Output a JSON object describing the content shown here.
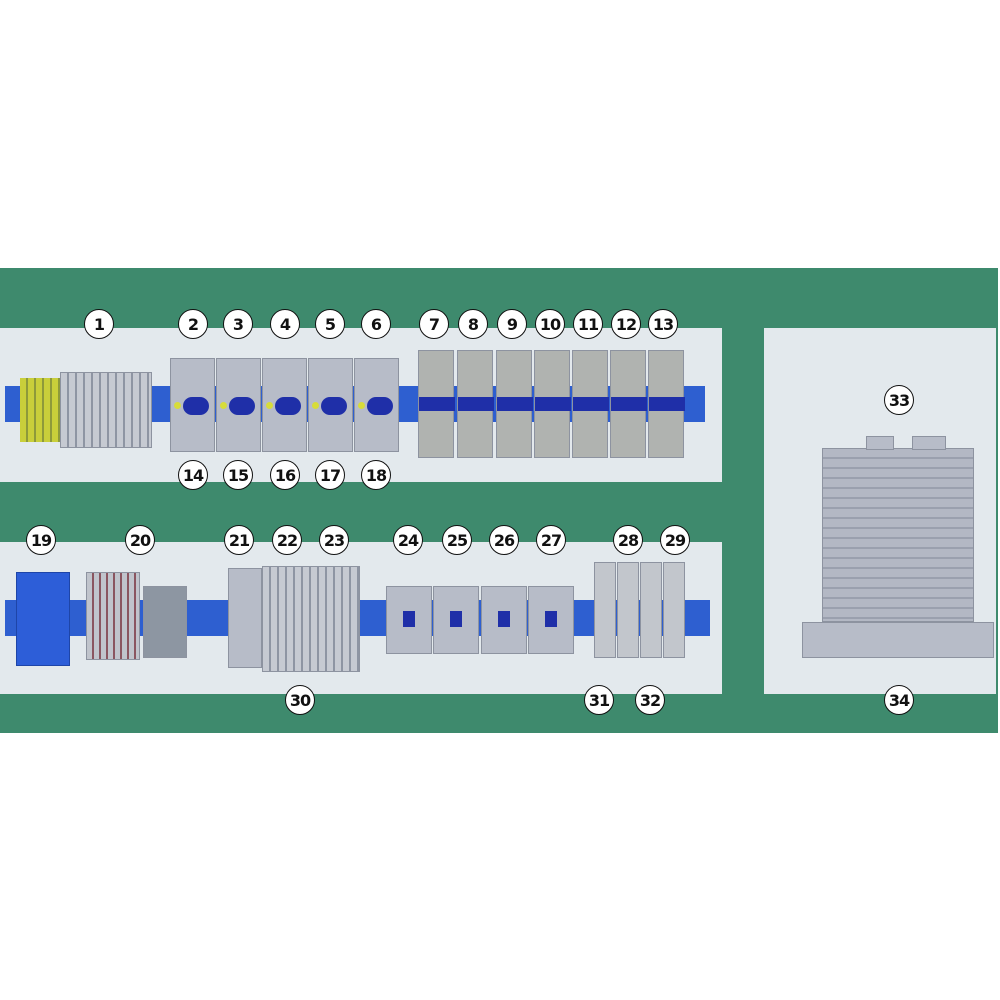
{
  "labels": {
    "top_row": [
      "1",
      "2",
      "3",
      "4",
      "5",
      "6",
      "7",
      "8",
      "9",
      "10",
      "11",
      "12",
      "13"
    ],
    "top_bottom_row": [
      "14",
      "15",
      "16",
      "17",
      "18"
    ],
    "mid_row": [
      "19",
      "20",
      "21",
      "22",
      "23",
      "24",
      "25",
      "26",
      "27",
      "28",
      "29"
    ],
    "bottom_row": [
      "30",
      "31",
      "32"
    ],
    "right_panel": [
      "33",
      "34"
    ]
  },
  "colors": {
    "frame": "#3e8a6d",
    "panel": "#e3e9ed",
    "din_rail": "#2e5fd0",
    "knob": "#1f2fa8"
  }
}
